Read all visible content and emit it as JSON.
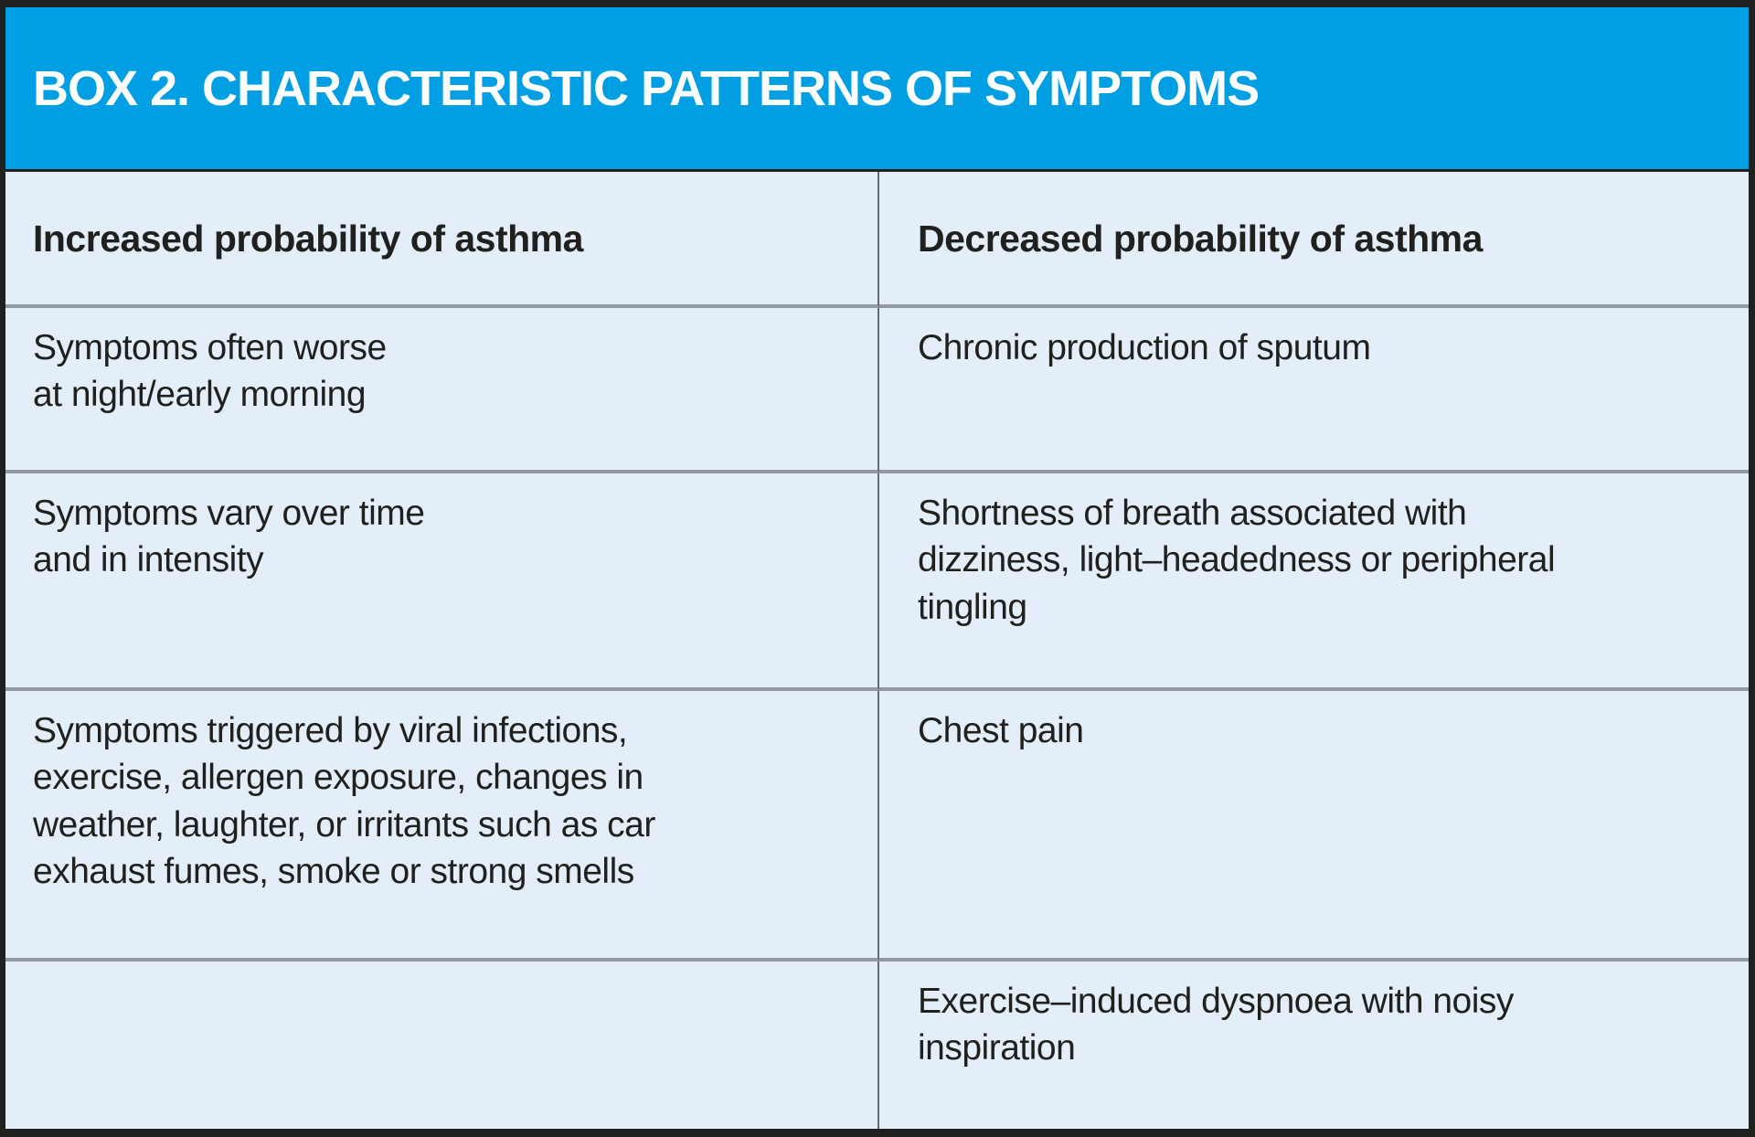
{
  "title": "BOX 2. CHARACTERISTIC PATTERNS OF SYMPTOMS",
  "colors": {
    "title_bar_blue": "#009FE3",
    "cell_background": "#E3EEF9",
    "outer_frame": "#20201E",
    "divider_gray": "#929AA1",
    "title_text": "#FFFFFF",
    "body_text": "#20201E"
  },
  "table": {
    "columns": [
      {
        "header": "Increased probability of asthma"
      },
      {
        "header": "Decreased probability of asthma"
      }
    ],
    "rows": [
      {
        "increased": "Symptoms often worse\nat night/early morning",
        "decreased": "Chronic production of sputum"
      },
      {
        "increased": "Symptoms vary over time\nand in intensity",
        "decreased": "Shortness of breath associated with\ndizziness, light–headedness or peripheral\ntingling"
      },
      {
        "increased": "Symptoms triggered by viral infections,\nexercise, allergen exposure, changes in\nweather, laughter, or irritants such as car\nexhaust fumes, smoke or strong smells",
        "decreased": "Chest pain"
      },
      {
        "increased": "",
        "decreased": "Exercise–induced dyspnoea with noisy\ninspiration"
      }
    ]
  }
}
